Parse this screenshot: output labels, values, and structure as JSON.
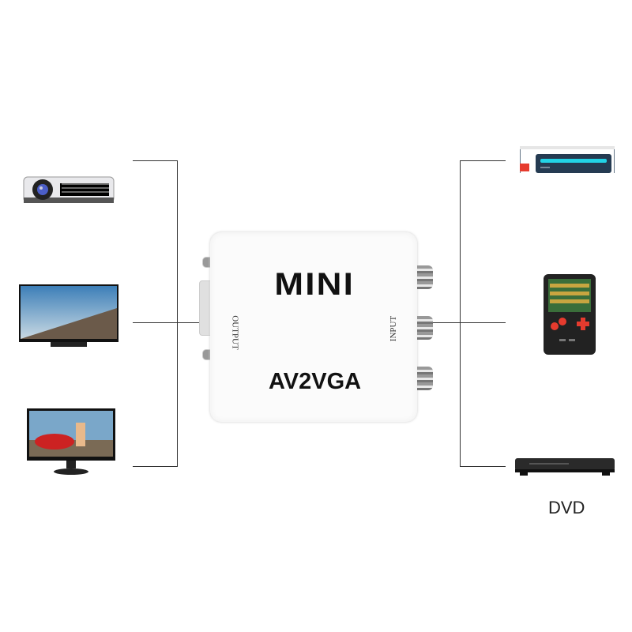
{
  "device": {
    "brand_text": "MINI",
    "model_text": "AV2VGA",
    "output_label": "OUTPUT",
    "input_label": "INPUT",
    "color": "#fbfbfb"
  },
  "outputs": [
    {
      "icon": "projector-icon"
    },
    {
      "icon": "tv-icon"
    },
    {
      "icon": "monitor-icon"
    }
  ],
  "inputs": [
    {
      "icon": "set-top-box-icon"
    },
    {
      "icon": "game-console-icon"
    },
    {
      "icon": "dvd-player-icon",
      "label": "DVD"
    }
  ],
  "colors": {
    "lines": "#333333",
    "accent_cyan": "#22d3e6",
    "accent_red": "#e63b2e"
  }
}
